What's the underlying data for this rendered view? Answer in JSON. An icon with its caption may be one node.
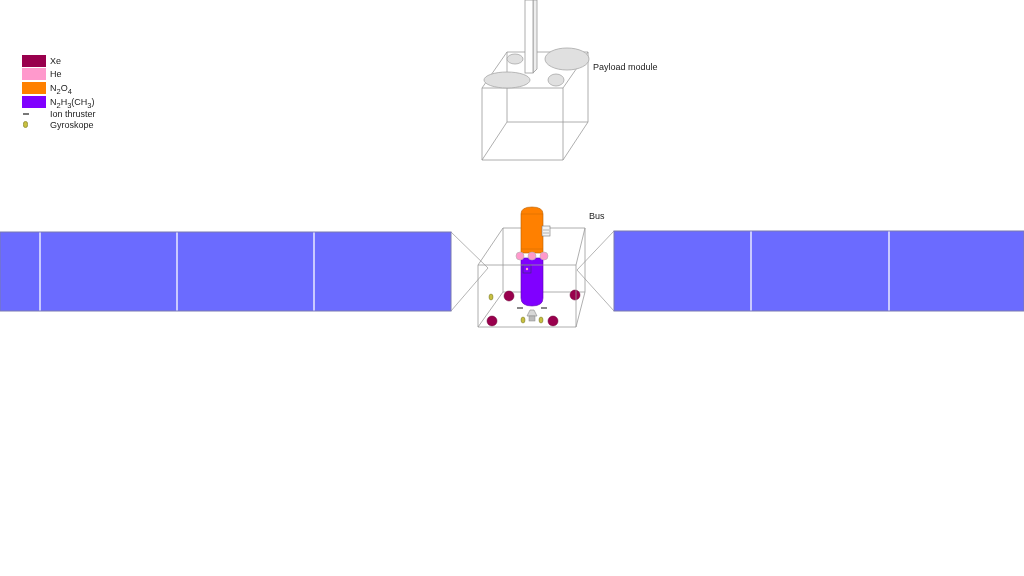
{
  "diagram": {
    "labels": [
      "Payload module",
      "Bus"
    ],
    "legend": [
      {
        "text": "Xe",
        "color": "#99004d"
      },
      {
        "text": "He",
        "color": "#ff99cc"
      },
      {
        "text": "N$_{2}$O$_{4}$",
        "color": "#ff8000"
      },
      {
        "text": "N$_{2}$H$_{3}$(CH$_{3}$)",
        "color": "#8000ff"
      },
      {
        "text": "Ion thruster"
      },
      {
        "text": "Gyroskope"
      }
    ]
  }
}
